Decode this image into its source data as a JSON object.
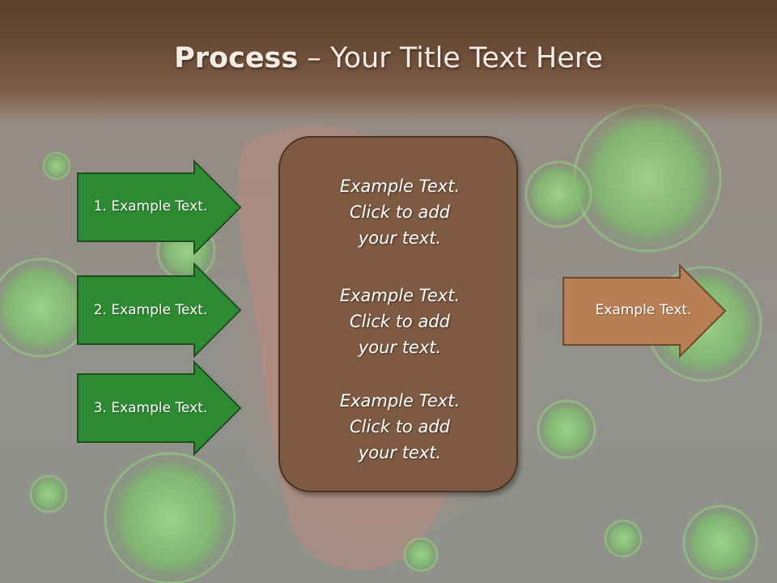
{
  "title": {
    "bold": "Process",
    "separator": " – ",
    "rest": "Your Title Text Here"
  },
  "left_arrows": [
    {
      "label": "1. Example Text."
    },
    {
      "label": "2. Example Text."
    },
    {
      "label": "3. Example Text."
    }
  ],
  "center_box": {
    "paragraphs": [
      {
        "lines": [
          "Example Text.",
          "Click  to add",
          "your text."
        ]
      },
      {
        "lines": [
          "Example Text.",
          "Click  to add",
          "your text."
        ]
      },
      {
        "lines": [
          "Example Text.",
          "Click  to add",
          "your text."
        ]
      }
    ]
  },
  "right_arrow": {
    "label": "Example Text."
  },
  "colors": {
    "green_arrow": "#2d8a32",
    "tan_arrow": "#b87f55",
    "center_box": "#7e5a42",
    "title_bar": "#6b4c36"
  }
}
